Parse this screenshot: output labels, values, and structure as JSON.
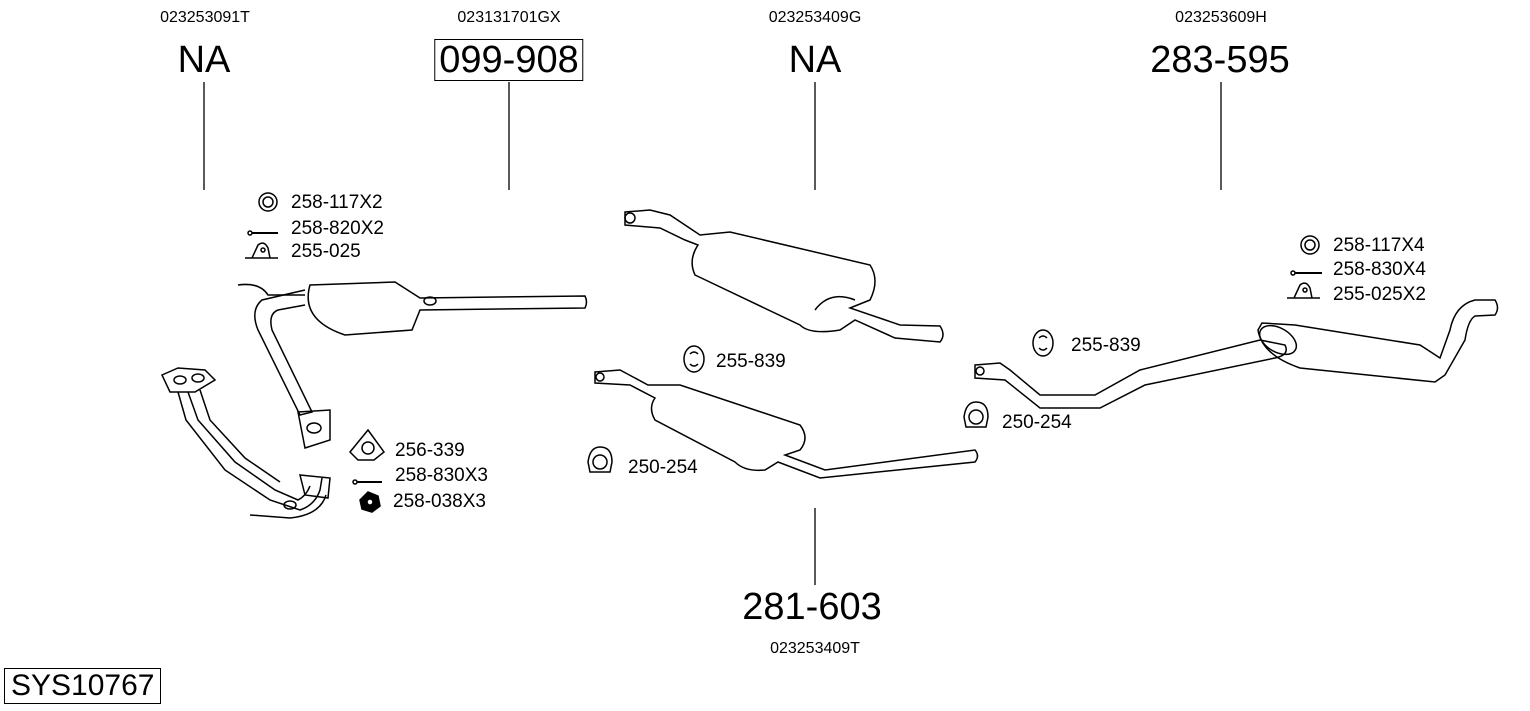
{
  "diagram_id": "SYS10767",
  "groups": [
    {
      "oe_number": "023253091T",
      "part_number": "NA",
      "boxed": false
    },
    {
      "oe_number": "023131701GX",
      "part_number": "099-908",
      "boxed": true
    },
    {
      "oe_number": "023253409G",
      "part_number": "NA",
      "boxed": false
    },
    {
      "oe_number": "023253609H",
      "part_number": "283-595",
      "boxed": false
    },
    {
      "oe_number": "023253409T",
      "part_number": "281-603",
      "boxed": false
    }
  ],
  "accessories": {
    "front": [
      "258-117X2",
      "258-820X2",
      "255-025"
    ],
    "downpipe": [
      "256-339",
      "258-830X3",
      "258-038X3"
    ],
    "middle": [
      "255-839",
      "250-254"
    ],
    "rear": [
      "258-117X4",
      "258-830X4",
      "255-025X2",
      "255-839",
      "250-254"
    ]
  },
  "icons": [
    "seal-ring-icon",
    "bolt-icon",
    "mounting-bracket-icon",
    "gasket-icon",
    "nut-icon",
    "rubber-hanger-icon",
    "pipe-clamp-icon"
  ]
}
